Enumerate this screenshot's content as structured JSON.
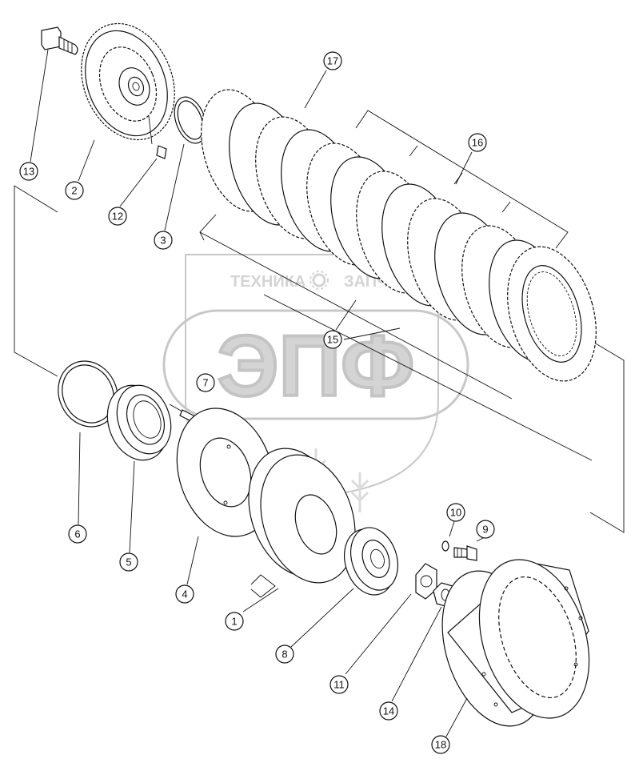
{
  "watermark": {
    "brand_left": "ТЕХНИКА",
    "brand_right": "ЗАПЧАСТИ",
    "logo": "ЭПФ",
    "gear_icon": "gear-icon"
  },
  "callouts": [
    {
      "id": "c1",
      "label": "1"
    },
    {
      "id": "c2",
      "label": "2"
    },
    {
      "id": "c3",
      "label": "3"
    },
    {
      "id": "c4",
      "label": "4"
    },
    {
      "id": "c5",
      "label": "5"
    },
    {
      "id": "c6",
      "label": "6"
    },
    {
      "id": "c7",
      "label": "7"
    },
    {
      "id": "c8",
      "label": "8"
    },
    {
      "id": "c9",
      "label": "9"
    },
    {
      "id": "c10",
      "label": "10"
    },
    {
      "id": "c11",
      "label": "11"
    },
    {
      "id": "c12",
      "label": "12"
    },
    {
      "id": "c13",
      "label": "13"
    },
    {
      "id": "c14",
      "label": "14"
    },
    {
      "id": "c15",
      "label": "15"
    },
    {
      "id": "c16",
      "label": "16"
    },
    {
      "id": "c17",
      "label": "17"
    },
    {
      "id": "c18",
      "label": "18"
    }
  ]
}
